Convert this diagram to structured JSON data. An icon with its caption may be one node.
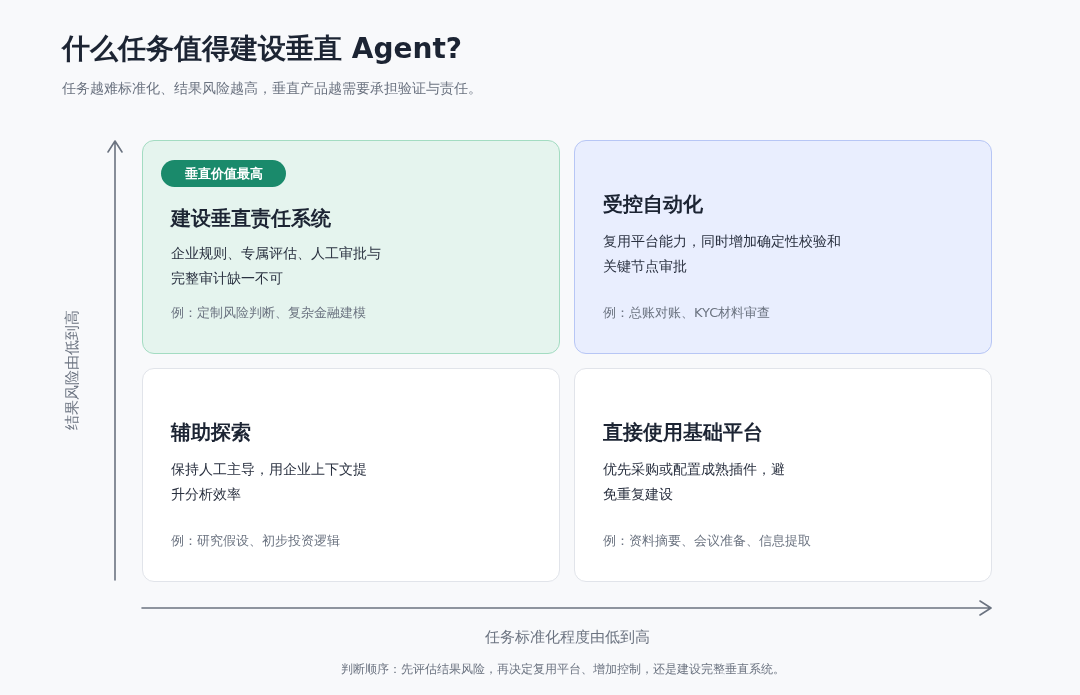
{
  "diagram": {
    "title": "什么任务值得建设垂直 Agent?",
    "nodes": [
      {
        "text": [
          "建设垂直责任系统",
          "企业规则、专属评估、人工审批与完整审计缺一不可",
          "例：定制风险判断、复杂金融建模"
        ]
      },
      {
        "text": [
          "垂直价值最高"
        ],
        "in": 0
      },
      {
        "text": [
          "受控自动化",
          "复用平台能力，同时增加确定性校验和关键节点审批",
          "例：总账对账、KYC材料审查"
        ]
      },
      {
        "text": [
          "辅助探索",
          "保持人工主导，用企业上下文提升分析效率",
          "例：研究假设、初步投资逻辑"
        ]
      },
      {
        "text": [
          "直接使用基础平台",
          "优先采购或配置成熟插件，避免重复建设",
          "例：资料摘要、会议准备、信息提取"
        ]
      }
    ],
    "labels": [
      "任务越难标准化、结果风险越高，垂直产品越需要承担验证与责任。",
      "结果风险由低到高",
      "任务标准化程度由低到高",
      "判断顺序：先评估结果风险，再决定复用平台、增加控制，还是建设完整垂直系统。"
    ]
  }
}
